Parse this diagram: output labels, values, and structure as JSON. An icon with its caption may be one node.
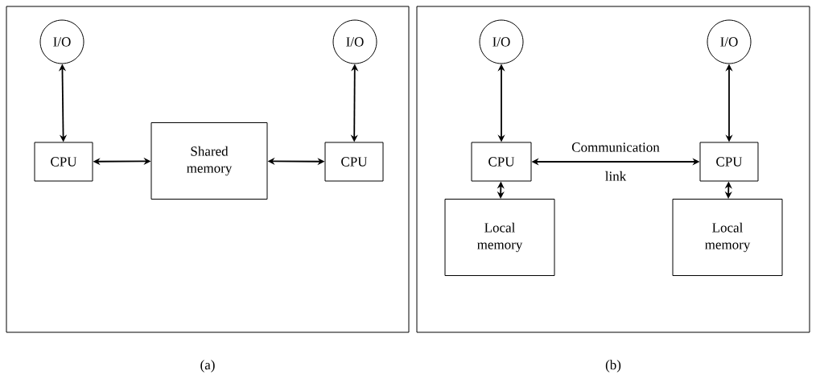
{
  "diagram": {
    "nodes": [
      {
        "text": [
          "(a)"
        ]
      },
      {
        "text": [
          "I/O"
        ],
        "in": 0
      },
      {
        "text": [
          "I/O"
        ],
        "in": 0
      },
      {
        "text": [
          "CPU"
        ],
        "in": 0
      },
      {
        "text": [
          "Shared memory"
        ],
        "in": 0
      },
      {
        "text": [
          "CPU"
        ],
        "in": 0
      },
      {
        "text": [
          "(b)"
        ]
      },
      {
        "text": [
          "I/O"
        ],
        "in": 6
      },
      {
        "text": [
          "I/O"
        ],
        "in": 6
      },
      {
        "text": [
          "CPU"
        ],
        "in": 6
      },
      {
        "text": [
          "CPU"
        ],
        "in": 6
      },
      {
        "text": [
          "Local memory"
        ],
        "in": 6
      },
      {
        "text": [
          "Local memory"
        ],
        "in": 6
      }
    ],
    "edges": [
      {
        "from": 1,
        "to": 3,
        "arrow": "both"
      },
      {
        "from": 3,
        "to": 4,
        "arrow": "both"
      },
      {
        "from": 4,
        "to": 5,
        "arrow": "both"
      },
      {
        "from": 2,
        "to": 5,
        "arrow": "both"
      },
      {
        "from": 7,
        "to": 9,
        "arrow": "both"
      },
      {
        "from": 8,
        "to": 10,
        "arrow": "both"
      },
      {
        "from": 9,
        "to": 10,
        "arrow": "both",
        "label": "Communication link"
      },
      {
        "from": 9,
        "to": 11,
        "arrow": "both"
      },
      {
        "from": 10,
        "to": 12,
        "arrow": "both"
      }
    ]
  }
}
